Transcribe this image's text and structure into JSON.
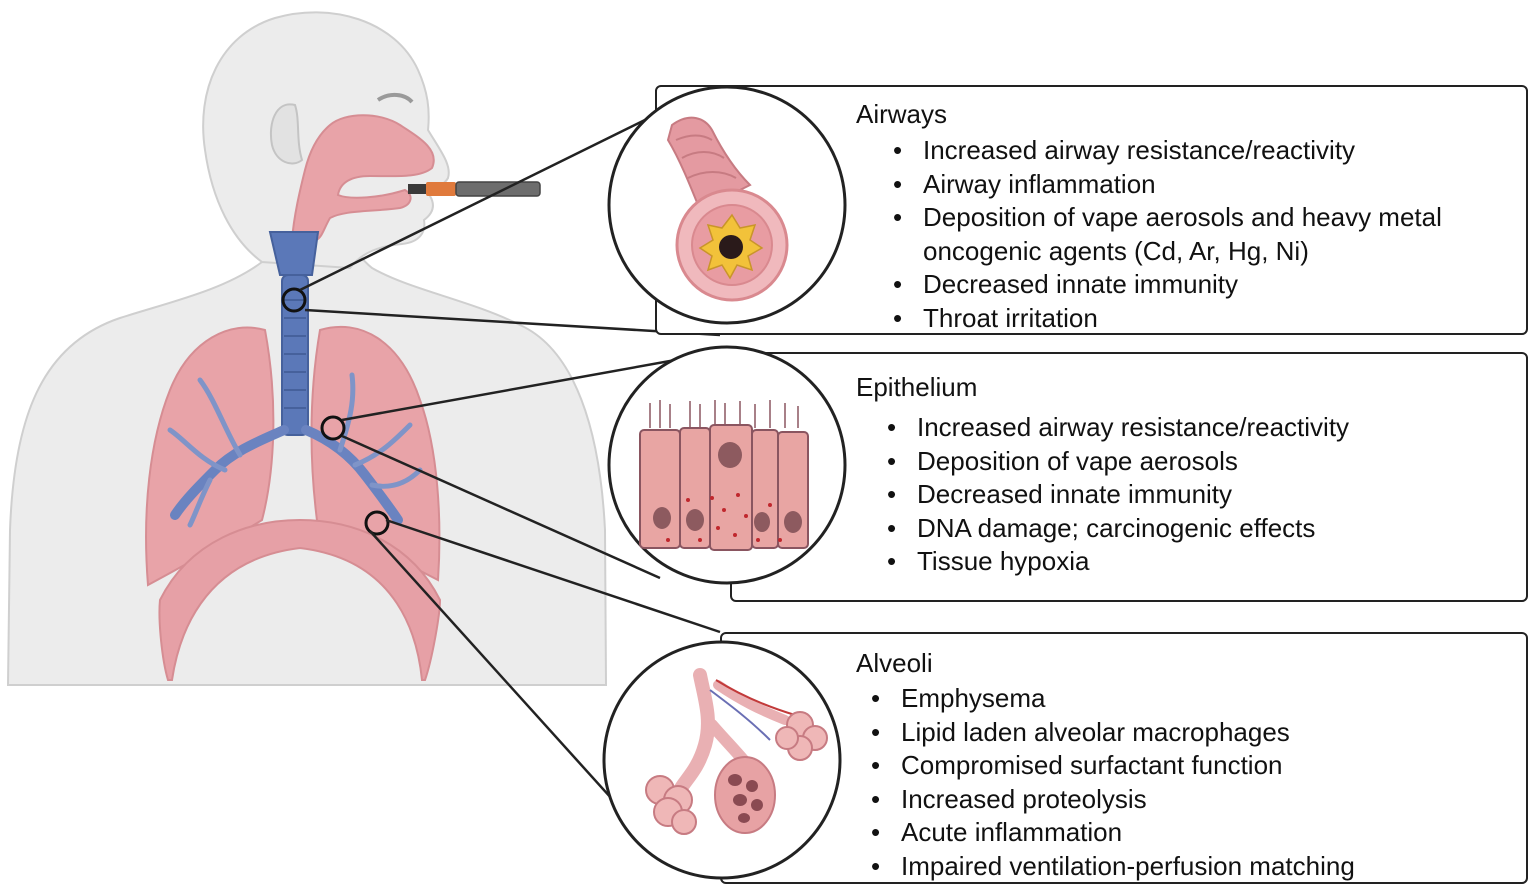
{
  "panels": [
    {
      "title": "Airways",
      "items": [
        [
          "Increased airway resistance/reactivity"
        ],
        [
          "Airway inflammation"
        ],
        [
          "Deposition of vape aerosols and heavy metal",
          "oncogenic agents (Cd, Ar, Hg, Ni)"
        ],
        [
          "Decreased innate immunity"
        ],
        [
          "Throat irritation"
        ]
      ]
    },
    {
      "title": "Epithelium",
      "items": [
        [
          "Increased airway resistance/reactivity"
        ],
        [
          "Deposition of vape aerosols"
        ],
        [
          "Decreased innate immunity"
        ],
        [
          "DNA damage; carcinogenic effects"
        ],
        [
          "Tissue hypoxia"
        ]
      ]
    },
    {
      "title": "Alveoli",
      "items": [
        [
          "Emphysema"
        ],
        [
          "Lipid laden alveolar macrophages"
        ],
        [
          "Compromised surfactant function"
        ],
        [
          "Increased proteolysis"
        ],
        [
          "Acute inflammation"
        ],
        [
          "Impaired ventilation-perfusion matching"
        ]
      ]
    }
  ],
  "colors": {
    "body_fill": "#ececec",
    "body_stroke": "#c8c8c8",
    "tissue_pink": "#e8a3a8",
    "tissue_dark": "#d27880",
    "airway_blue": "#5b78b8",
    "outline": "#222222"
  }
}
